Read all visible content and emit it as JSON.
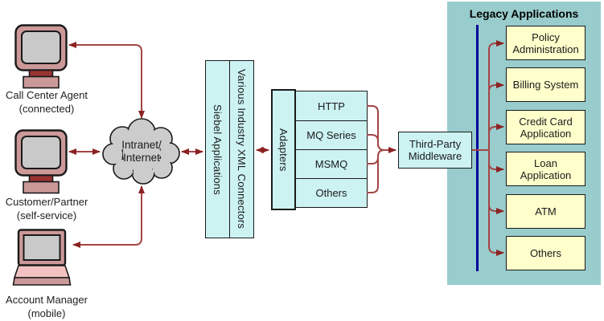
{
  "clients": [
    {
      "name": "Call Center Agent",
      "qualifier": "(connected)",
      "device": "desktop-computer"
    },
    {
      "name": "Customer/Partner",
      "qualifier": "(self-service)",
      "device": "desktop-computer"
    },
    {
      "name": "Account Manager",
      "qualifier": "(mobile)",
      "device": "laptop-computer"
    }
  ],
  "network_cloud": {
    "line1": "Intranet/",
    "line2": "Internet"
  },
  "siebel": {
    "applications_label": "Siebel Applications",
    "connectors_label": "Various Industry XML Connectors"
  },
  "adapters": {
    "label": "Adapters",
    "protocols": [
      "HTTP",
      "MQ Series",
      "MSMQ",
      "Others"
    ]
  },
  "middleware": {
    "label": "Third-Party Middleware"
  },
  "legacy": {
    "title": "Legacy Applications",
    "applications": [
      "Policy Administration",
      "Billing System",
      "Credit Card Application",
      "Loan Application",
      "ATM",
      "Others"
    ]
  },
  "colors": {
    "box_fill_cyan": "#CCF2F2",
    "legacy_panel_teal": "#99CCCC",
    "legacy_box_yellow": "#FFFFCC",
    "connector_line_red": "#A34545",
    "arrowhead_red": "#8B2222",
    "bus_line_navy": "#000099",
    "device_pink": "#CC9999",
    "device_pink_light": "#F2C2C2",
    "device_screen_gray": "#C9C9C9",
    "device_base_dark_red": "#993333",
    "cloud_gray": "#CCCCCC",
    "outline_black": "#1A1A1A"
  }
}
